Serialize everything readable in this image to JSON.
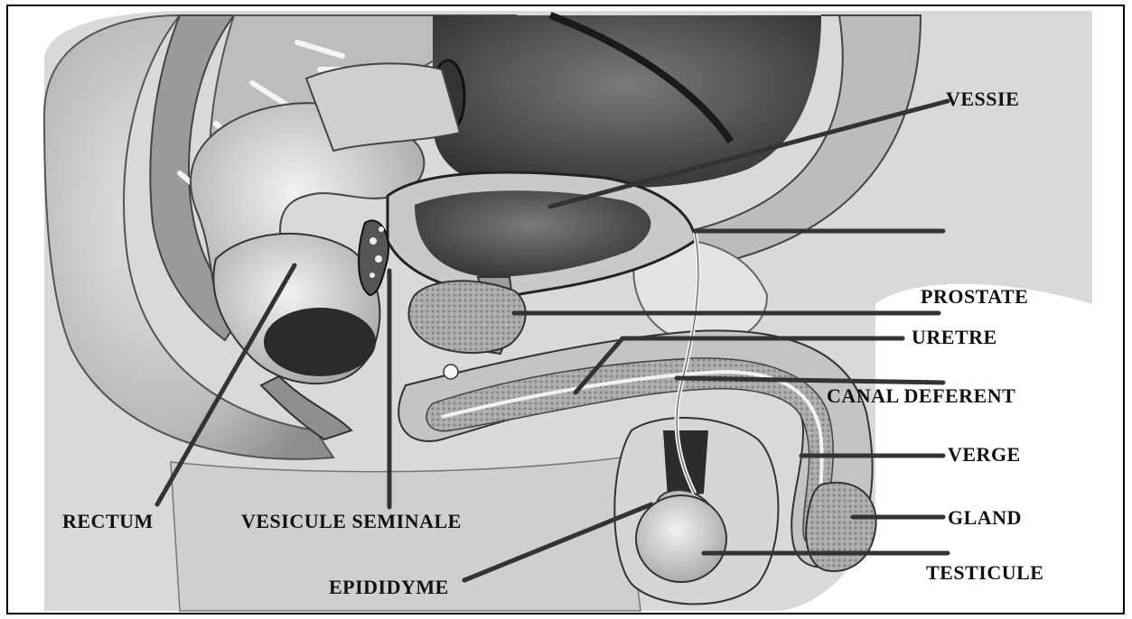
{
  "labels": {
    "vessie": "VESSIE",
    "prostate": "PROSTATE",
    "uretre": "URETRE",
    "canal_deferent": "CANAL DEFERENT",
    "verge": "VERGE",
    "gland": "GLAND",
    "testicule": "TESTICULE",
    "rectum": "RECTUM",
    "vesicule_seminale": "VESICULE SEMINALE",
    "epididyme": "EPIDIDYME"
  },
  "colors": {
    "line": "#333333",
    "text": "#111111"
  }
}
